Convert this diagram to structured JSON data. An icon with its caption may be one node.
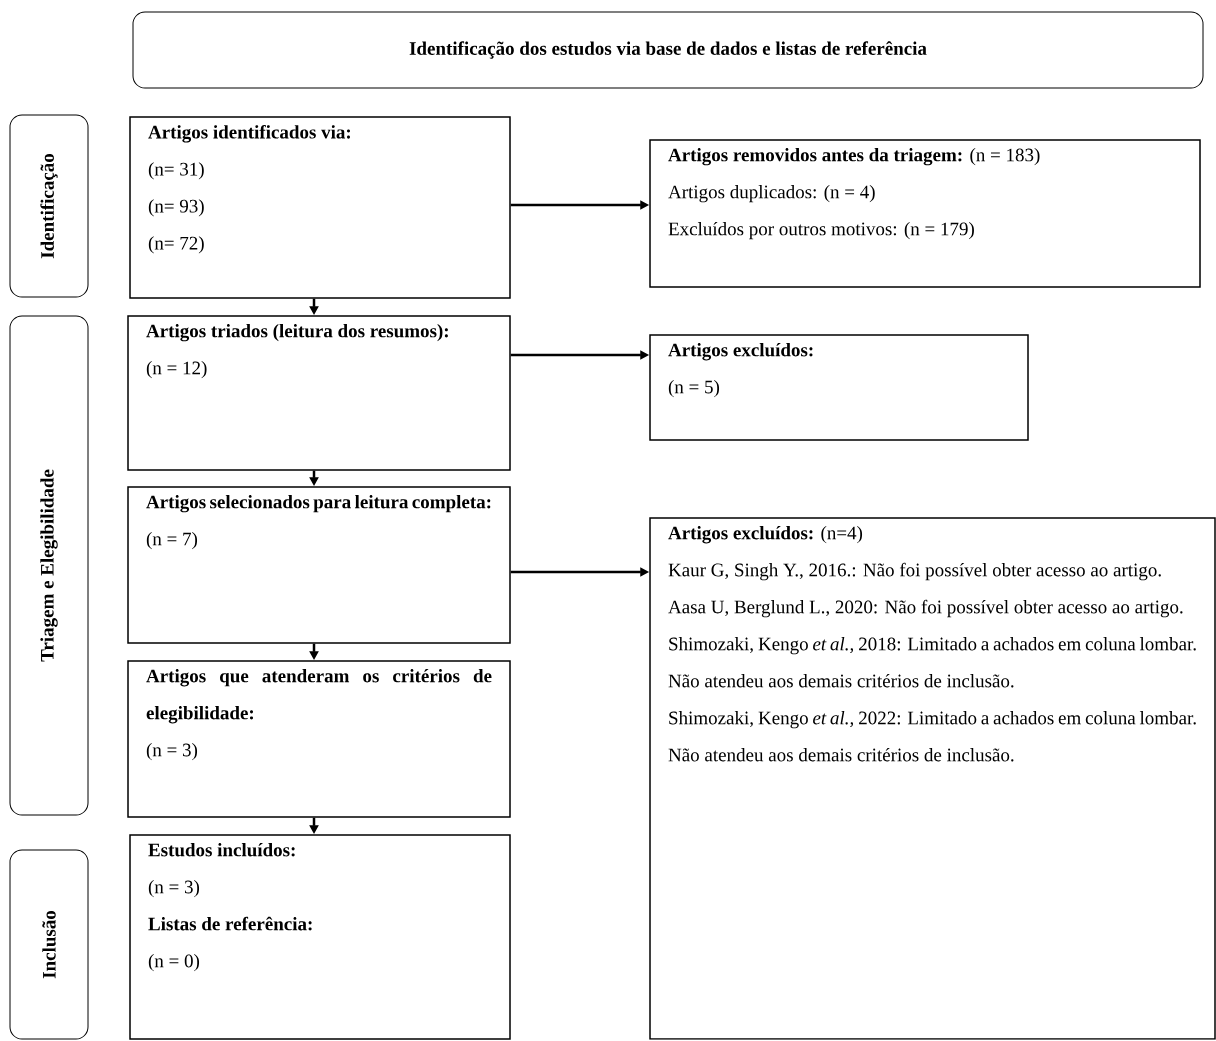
{
  "diagram": {
    "nodes": [
      {
        "text": [
          "Identificação dos estudos via base de dados e listas de referência"
        ]
      },
      {
        "text": [
          "Identificação"
        ]
      },
      {
        "text": [
          "Triagem e Elegibilidade"
        ]
      },
      {
        "text": [
          "Inclusão"
        ]
      },
      {
        "text": [
          "Artigos identificados via:",
          "(n= 31)",
          "(n= 93)",
          "(n= 72)"
        ]
      },
      {
        "text": [
          "**Artigos removidos antes da triagem:** (n = 183)",
          "Artigos duplicados: (n = 4)",
          "Excluídos por outros motivos: (n = 179)"
        ]
      },
      {
        "text": [
          "Artigos triados (leitura dos resumos):",
          "(n = 12)"
        ]
      },
      {
        "text": [
          "Artigos excluídos:",
          "(n = 5)"
        ]
      },
      {
        "text": [
          "Artigos selecionados para leitura completa:",
          "(n = 7)"
        ]
      },
      {
        "text": [
          "**Artigos excluídos:** (n=4)",
          "Kaur G, Singh Y., 2016.: Não foi possível obter acesso ao artigo.",
          "Aasa U, Berglund L., 2020: Não foi possível obter acesso ao artigo.",
          "Shimozaki, Kengo *et al.,* 2018: Limitado a achados em coluna lombar. Não atendeu aos demais critérios de inclusão.",
          "Shimozaki, Kengo *et al.,* 2022: Limitado a achados em coluna lombar. Não atendeu aos demais critérios de inclusão."
        ]
      },
      {
        "text": [
          "Artigos que atenderam os critérios de elegibilidade:",
          "(n = 3)"
        ]
      },
      {
        "text": [
          "Estudos incluídos:",
          "(n = 3)",
          "Listas de referência:",
          "(n = 0)"
        ]
      }
    ],
    "edges": [
      {
        "from": 4,
        "to": 5,
        "arrow": "to"
      },
      {
        "from": 4,
        "to": 6,
        "arrow": "to"
      },
      {
        "from": 6,
        "to": 7,
        "arrow": "to"
      },
      {
        "from": 6,
        "to": 8,
        "arrow": "to"
      },
      {
        "from": 8,
        "to": 9,
        "arrow": "to"
      },
      {
        "from": 8,
        "to": 10,
        "arrow": "to"
      },
      {
        "from": 10,
        "to": 11,
        "arrow": "to"
      }
    ]
  }
}
